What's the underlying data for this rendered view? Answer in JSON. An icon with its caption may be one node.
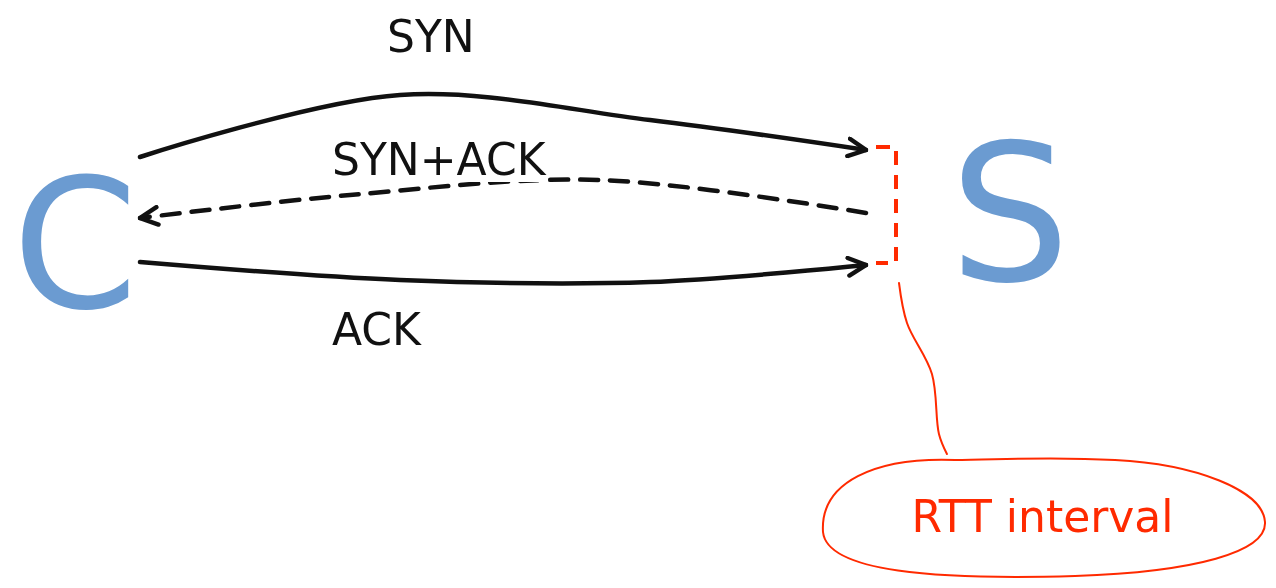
{
  "diagram": {
    "nodes": [
      {
        "text": [
          "C"
        ]
      },
      {
        "text": [
          "S"
        ]
      },
      {
        "text": [
          "RTT interval"
        ]
      },
      {
        "text": [],
        "shape": "bracket",
        "in": 1
      }
    ],
    "edges": [
      {
        "from": 0,
        "to": 1,
        "arrow": "to",
        "label": "SYN"
      },
      {
        "from": 1,
        "to": 0,
        "arrow": "to",
        "label": "SYN+ACK",
        "style": "dashed"
      },
      {
        "from": 0,
        "to": 1,
        "arrow": "to",
        "label": "ACK"
      },
      {
        "from": 2,
        "to": 3,
        "arrow": "none",
        "color": "#ff2a00"
      }
    ]
  }
}
